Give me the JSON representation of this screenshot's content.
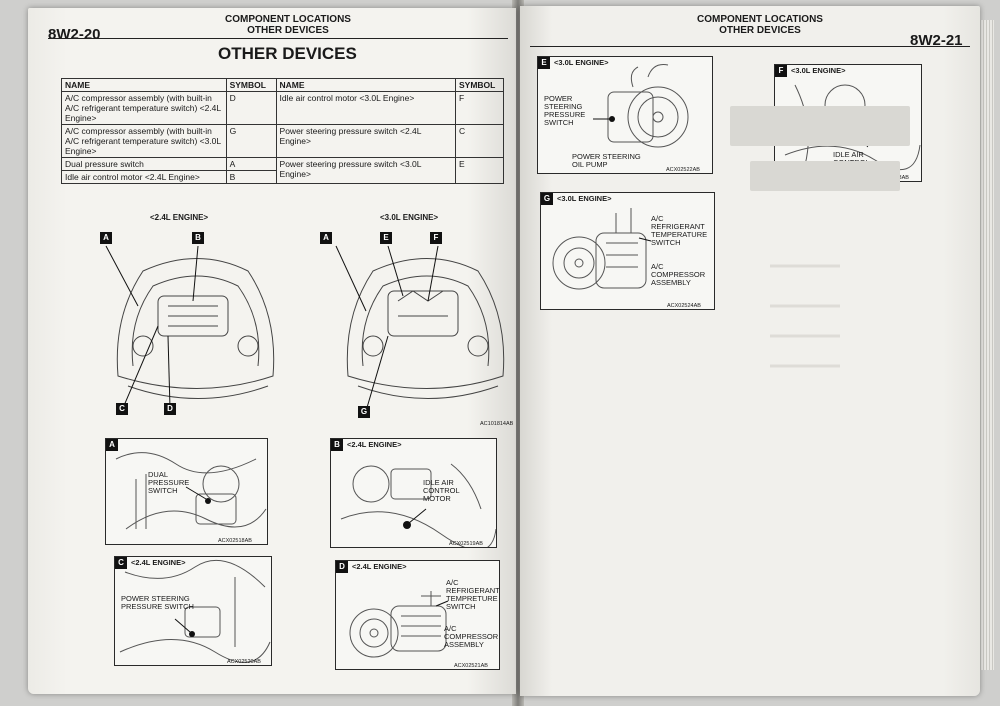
{
  "left_page": {
    "page_number": "8W2-20",
    "header_line1": "COMPONENT LOCATIONS",
    "header_line2": "OTHER DEVICES",
    "section_title": "OTHER DEVICES",
    "table": {
      "headers": [
        "NAME",
        "SYMBOL",
        "NAME",
        "SYMBOL"
      ],
      "rows": [
        [
          "A/C compressor assembly (with built-in A/C refrigerant temperature switch) <2.4L Engine>",
          "D",
          "Idle air control motor <3.0L Engine>",
          "F"
        ],
        [
          "A/C compressor assembly (with built-in A/C refrigerant temperature switch) <3.0L Engine>",
          "G",
          "Power steering pressure switch <2.4L Engine>",
          "C"
        ],
        [
          "Dual pressure switch",
          "A",
          "Power steering pressure switch <3.0L Engine>",
          "E"
        ],
        [
          "Idle air control motor <2.4L Engine>",
          "B",
          "",
          ""
        ]
      ]
    },
    "engine_24_label": "<2.4L ENGINE>",
    "engine_30_label": "<3.0L ENGINE>",
    "overview_code": "AC101814AB",
    "fig_a": {
      "letter": "A",
      "text": "DUAL PRESSURE SWITCH",
      "code": "ACX02518AB"
    },
    "fig_b": {
      "letter": "B",
      "title": "<2.4L ENGINE>",
      "text": "IDLE AIR CONTROL MOTOR",
      "code": "ACX02519AB"
    },
    "fig_c": {
      "letter": "C",
      "title": "<2.4L ENGINE>",
      "text": "POWER STEERING PRESSURE SWITCH",
      "code": "ACX02520AB"
    },
    "fig_d": {
      "letter": "D",
      "title": "<2.4L ENGINE>",
      "text1": "A/C REFRIGERANT TEMPRETURE SWITCH",
      "text2": "A/C COMPRESSOR ASSEMBLY",
      "code": "ACX02521AB"
    },
    "callouts": {
      "a": "A",
      "b": "B",
      "c": "C",
      "d": "D",
      "e": "E",
      "f": "F",
      "g": "G"
    }
  },
  "right_page": {
    "page_number": "8W2-21",
    "header_line1": "COMPONENT LOCATIONS",
    "header_line2": "OTHER DEVICES",
    "fig_e": {
      "letter": "E",
      "title": "<3.0L ENGINE>",
      "text1": "POWER STEERING PRESSURE SWITCH",
      "text2": "POWER STEERING OIL PUMP",
      "code": "ACX02522AB"
    },
    "fig_f": {
      "letter": "F",
      "title": "<3.0L ENGINE>",
      "text": "IDLE AIR CONTROL MOTOR",
      "code": "ACX02523AB"
    },
    "fig_g": {
      "letter": "G",
      "title": "<3.0L ENGINE>",
      "text1": "A/C REFRIGERANT TEMPERATURE SWITCH",
      "text2": "A/C COMPRESSOR ASSEMBLY",
      "code": "ACX02524AB"
    }
  }
}
